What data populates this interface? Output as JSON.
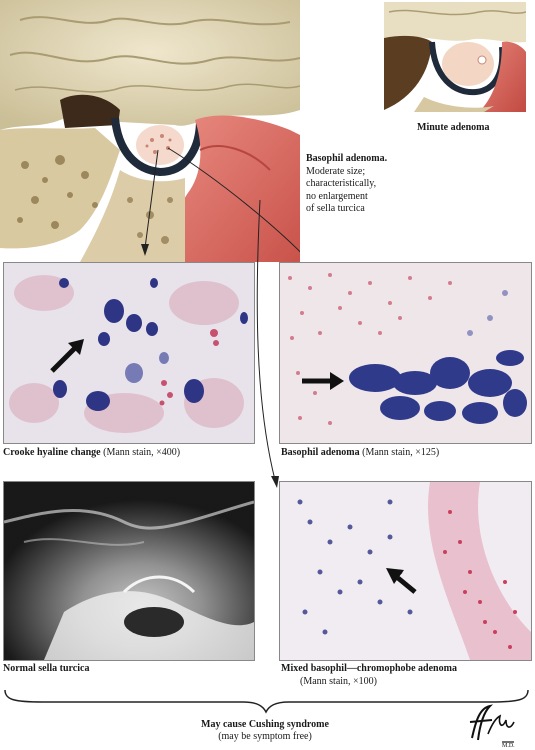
{
  "illustrations": {
    "main": {
      "name": "sagittal section showing basophil adenoma in sella turcica"
    },
    "inset": {
      "name": "minute adenoma inset"
    }
  },
  "labels": {
    "minute_adenoma": "Minute adenoma",
    "basophil_title": "Basophil adenoma.",
    "basophil_desc_1": "Moderate size;",
    "basophil_desc_2": "characteristically,",
    "basophil_desc_3": "no enlargement",
    "basophil_desc_4": "of sella turcica"
  },
  "panels": {
    "crooke": {
      "title": "Crooke hyaline change",
      "stain": "(Mann stain, ×400)"
    },
    "basophil": {
      "title": "Basophil adenoma",
      "stain": "(Mann stain, ×125)"
    },
    "normal": {
      "title": "Normal sella turcica"
    },
    "mixed": {
      "title": "Mixed basophil—chromophobe adenoma",
      "stain": "(Mann stain, ×100)"
    }
  },
  "footer": {
    "line1": "May cause Cushing syndrome",
    "line2": "(may be symptom free)",
    "signature": "F. Netter M.D."
  },
  "colors": {
    "stain_pink": "#d98a9c",
    "stain_blue": "#3a3f8a",
    "tissue_tan": "#e6dcc0",
    "blood_red": "#c8504a"
  }
}
